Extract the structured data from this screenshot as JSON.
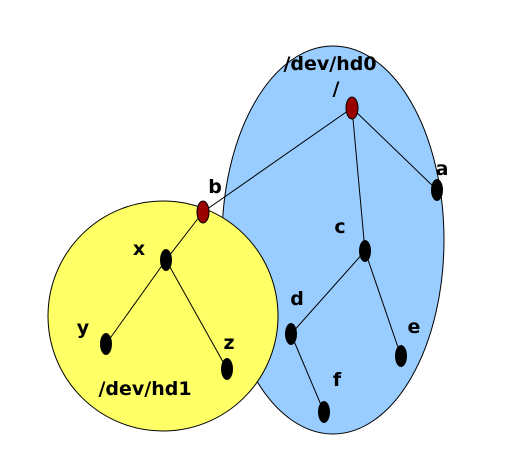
{
  "regions": {
    "hd0": {
      "label": "/dev/hd0",
      "fill": "#99ccff"
    },
    "hd1": {
      "label": "/dev/hd1",
      "fill": "#ffff66"
    }
  },
  "colors": {
    "mount_node": "#990000",
    "node": "#000000",
    "outline": "#000000"
  },
  "nodes": {
    "root": {
      "label": "/",
      "kind": "mount-point"
    },
    "a": {
      "label": "a",
      "kind": "file"
    },
    "b": {
      "label": "b",
      "kind": "mount-point"
    },
    "c": {
      "label": "c",
      "kind": "directory"
    },
    "d": {
      "label": "d",
      "kind": "directory"
    },
    "e": {
      "label": "e",
      "kind": "file"
    },
    "f": {
      "label": "f",
      "kind": "file"
    },
    "x": {
      "label": "x",
      "kind": "directory"
    },
    "y": {
      "label": "y",
      "kind": "file"
    },
    "z": {
      "label": "z",
      "kind": "file"
    }
  },
  "edges": [
    [
      "root",
      "b"
    ],
    [
      "root",
      "c"
    ],
    [
      "root",
      "a"
    ],
    [
      "c",
      "d"
    ],
    [
      "c",
      "e"
    ],
    [
      "d",
      "f"
    ],
    [
      "b",
      "x"
    ],
    [
      "x",
      "y"
    ],
    [
      "x",
      "z"
    ]
  ]
}
